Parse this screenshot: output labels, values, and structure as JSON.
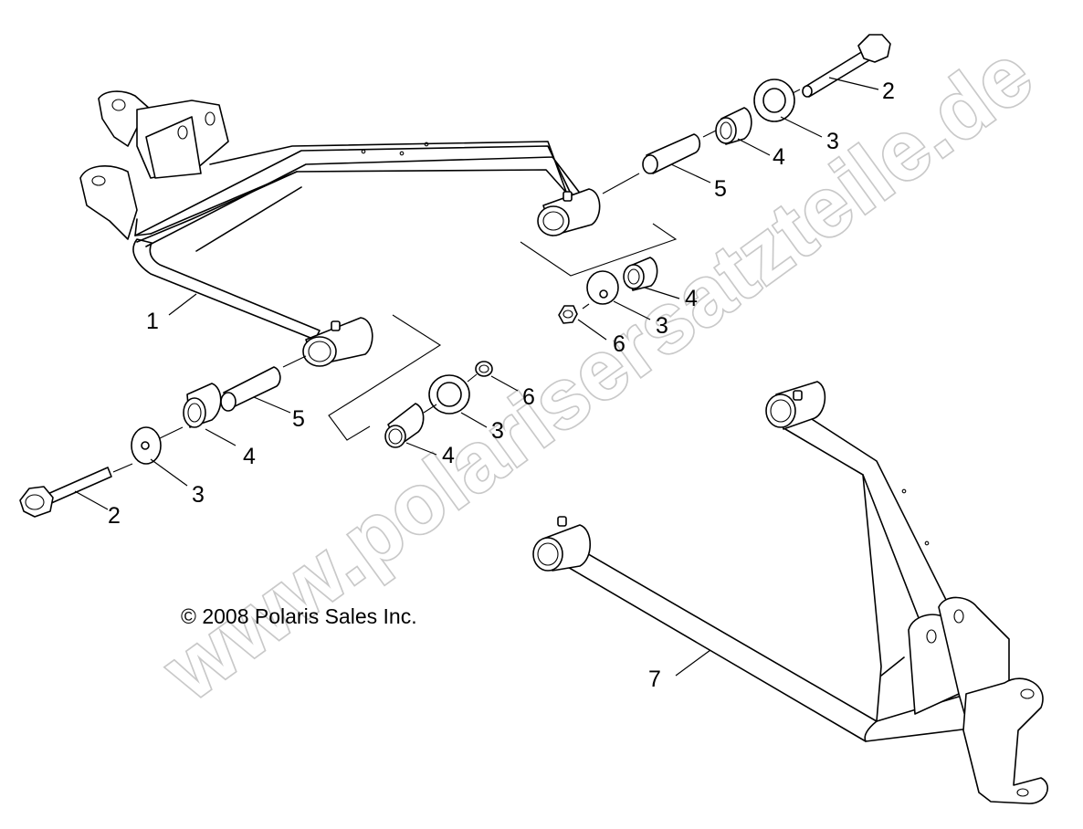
{
  "diagram": {
    "copyright": "© 2008 Polaris Sales Inc.",
    "watermark": "www.polarisersatzteile.de",
    "callouts": {
      "c1": "1",
      "c2a": "2",
      "c2b": "2",
      "c3a": "3",
      "c3b": "3",
      "c3c": "3",
      "c3d": "3",
      "c4a": "4",
      "c4b": "4",
      "c4c": "4",
      "c4d": "4",
      "c5a": "5",
      "c5b": "5",
      "c6a": "6",
      "c6b": "6",
      "c7": "7"
    }
  }
}
